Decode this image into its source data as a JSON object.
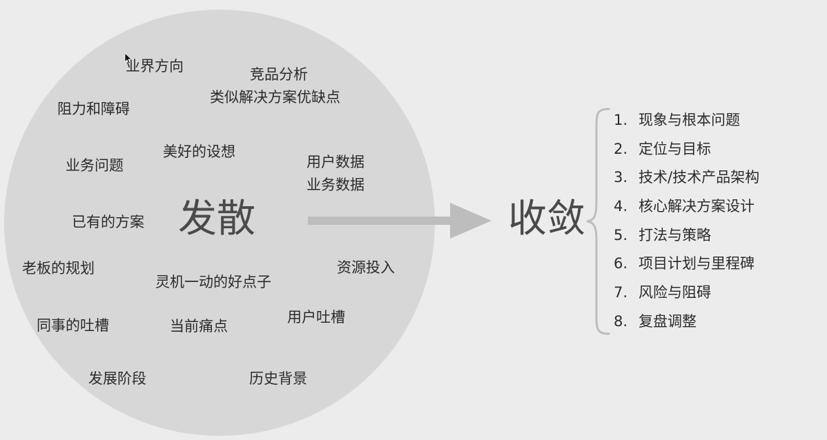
{
  "diverge": {
    "title": "发散",
    "phrases": [
      "业界方向",
      "竞品分析",
      "类似解决方案优缺点",
      "阻力和障碍",
      "美好的设想",
      "业务问题",
      "用户数据",
      "业务数据",
      "已有的方案",
      "老板的规划",
      "灵机一动的好点子",
      "资源投入",
      "用户吐槽",
      "同事的吐槽",
      "当前痛点",
      "发展阶段",
      "历史背景"
    ]
  },
  "converge": {
    "title": "收敛",
    "items": [
      {
        "num": "1.",
        "label": "现象与根本问题"
      },
      {
        "num": "2.",
        "label": "定位与目标"
      },
      {
        "num": "3.",
        "label": "技术/技术产品架构"
      },
      {
        "num": "4.",
        "label": "核心解决方案设计"
      },
      {
        "num": "5.",
        "label": "打法与策略"
      },
      {
        "num": "6.",
        "label": "项目计划与里程碑"
      },
      {
        "num": "7.",
        "label": "风险与阻碍"
      },
      {
        "num": "8.",
        "label": "复盘调整"
      }
    ]
  },
  "colors": {
    "background": "#ececec",
    "circle": "#d7d7d7",
    "arrow": "#bdbdbd",
    "text": "#2b2b2b"
  }
}
